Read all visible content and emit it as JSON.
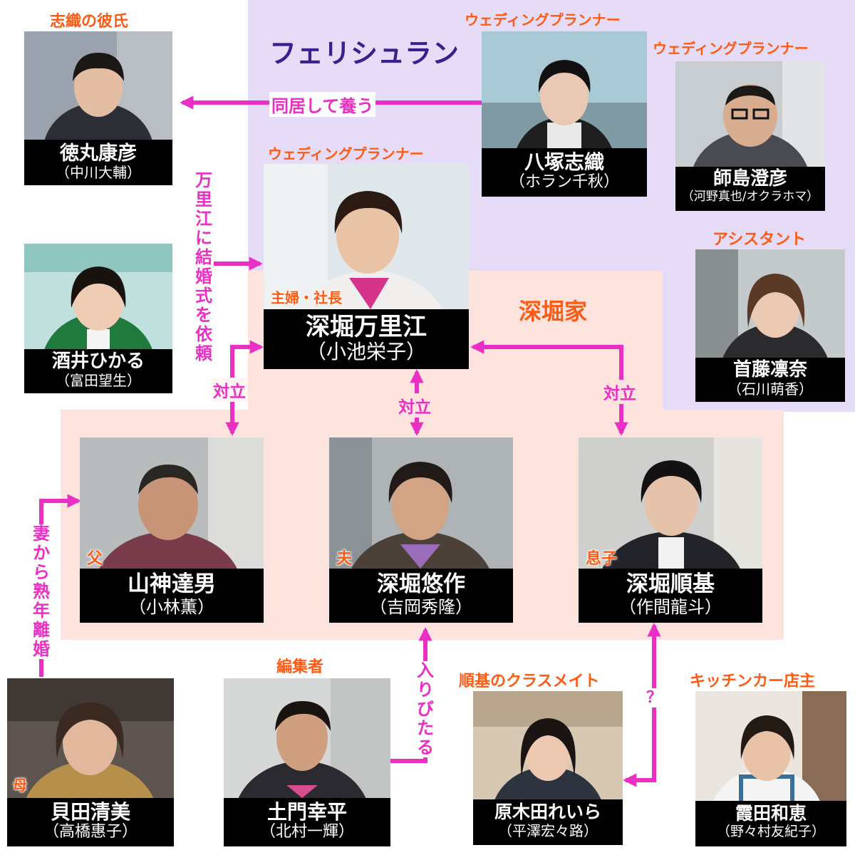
{
  "groups": {
    "felicelan": {
      "title": "フェリシュラン",
      "color": "#3b1f8f"
    },
    "family": {
      "title": "深堀家",
      "color": "#ff5a14"
    }
  },
  "colors": {
    "role": "#ff5a14",
    "relation": "#ea2fc4",
    "felicelan_bg": "#e6dcf7",
    "family_bg": "#fde3de"
  },
  "people": {
    "tokumaru": {
      "role": "志織の彼氏",
      "name": "徳丸康彦",
      "actor": "（中川大輔）"
    },
    "yatsuka": {
      "role": "ウェディングプランナー",
      "name": "八塚志織",
      "actor": "（ホラン千秋）"
    },
    "shijima": {
      "role": "ウェディングプランナー",
      "name": "師島澄彦",
      "actor": "（河野真也/オクラホマ）"
    },
    "marie": {
      "role": "ウェディングプランナー",
      "inner_role": "主婦・社長",
      "name": "深堀万里江",
      "actor": "（小池栄子）"
    },
    "sakai": {
      "name": "酒井ひかる",
      "actor": "（富田望生）"
    },
    "shuto": {
      "role": "アシスタント",
      "name": "首藤凛奈",
      "actor": "（石川萌香）"
    },
    "yamagami": {
      "inner_role": "父",
      "name": "山神達男",
      "actor": "（小林薫）"
    },
    "yusaku": {
      "inner_role": "夫",
      "name": "深堀悠作",
      "actor": "（吉岡秀隆）"
    },
    "junki": {
      "inner_role": "息子",
      "name": "深堀順基",
      "actor": "（作間龍斗）"
    },
    "kaida": {
      "inner_role": "母",
      "name": "貝田清美",
      "actor": "（高橋惠子）"
    },
    "domon": {
      "role": "編集者",
      "name": "土門幸平",
      "actor": "（北村一輝）"
    },
    "haraki": {
      "role": "順基のクラスメイト",
      "name": "原木田れいら",
      "actor": "（平澤宏々路）"
    },
    "kasumida": {
      "role": "キッチンカー店主",
      "name": "霞田和恵",
      "actor": "（野々村友紀子）"
    }
  },
  "relations": {
    "live_support": "同居して養う",
    "wedding_request": "万里江に結婚式を依頼",
    "conflict_left": "対立",
    "conflict_center": "対立",
    "conflict_right": "対立",
    "divorce": "妻から熟年離婚",
    "hangout": "入りびたる",
    "unknown": "？"
  }
}
